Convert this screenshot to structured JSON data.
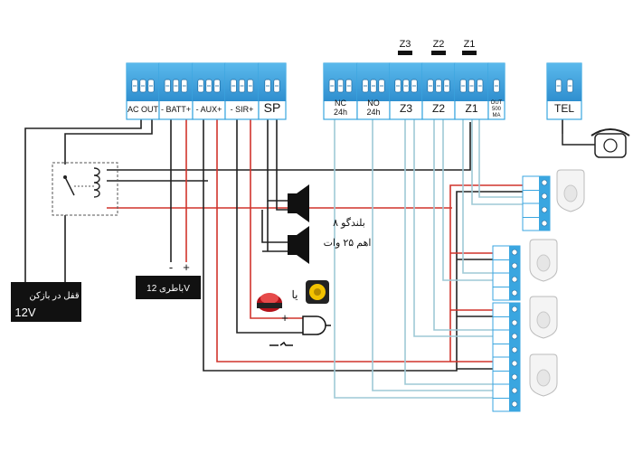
{
  "panel": {
    "terminals": [
      {
        "id": "ac_out",
        "label": "AC OUT"
      },
      {
        "id": "batt",
        "label": "- BATT+"
      },
      {
        "id": "aux",
        "label": "- AUX+"
      },
      {
        "id": "sir",
        "label": "- SIR+"
      },
      {
        "id": "sp",
        "label": "SP"
      }
    ],
    "zone_terminals": [
      {
        "id": "nc24",
        "label_line1": "NC",
        "label_line2": "24h"
      },
      {
        "id": "no24",
        "label_line1": "NO",
        "label_line2": "24h"
      },
      {
        "id": "z3",
        "label_line1": "Z3",
        "label_line2": ""
      },
      {
        "id": "z2",
        "label_line1": "Z2",
        "label_line2": ""
      },
      {
        "id": "z1",
        "label_line1": "Z1",
        "label_line2": ""
      },
      {
        "id": "out",
        "label_line1": "OUT",
        "label_line2": "500",
        "label_line3": "MA"
      }
    ],
    "top_zone_labels": [
      "Z3",
      "Z2",
      "Z1"
    ],
    "tel_label": "TEL"
  },
  "lock": {
    "label": "قفل در بازکن",
    "voltage": "12V"
  },
  "battery": {
    "label": "باطری 12V",
    "minus": "-",
    "plus": "+"
  },
  "speaker": {
    "line1": "بلندگو ۸",
    "line2": "اهم ۲۵ وات"
  },
  "siren": {
    "or_label": "یا",
    "plus": "+"
  },
  "colors": {
    "terminal_blue": "#3aa6e0",
    "wire_black": "#222222",
    "wire_red": "#d0342c",
    "wire_light": "#9ec9d6",
    "label_box": "#111111"
  }
}
